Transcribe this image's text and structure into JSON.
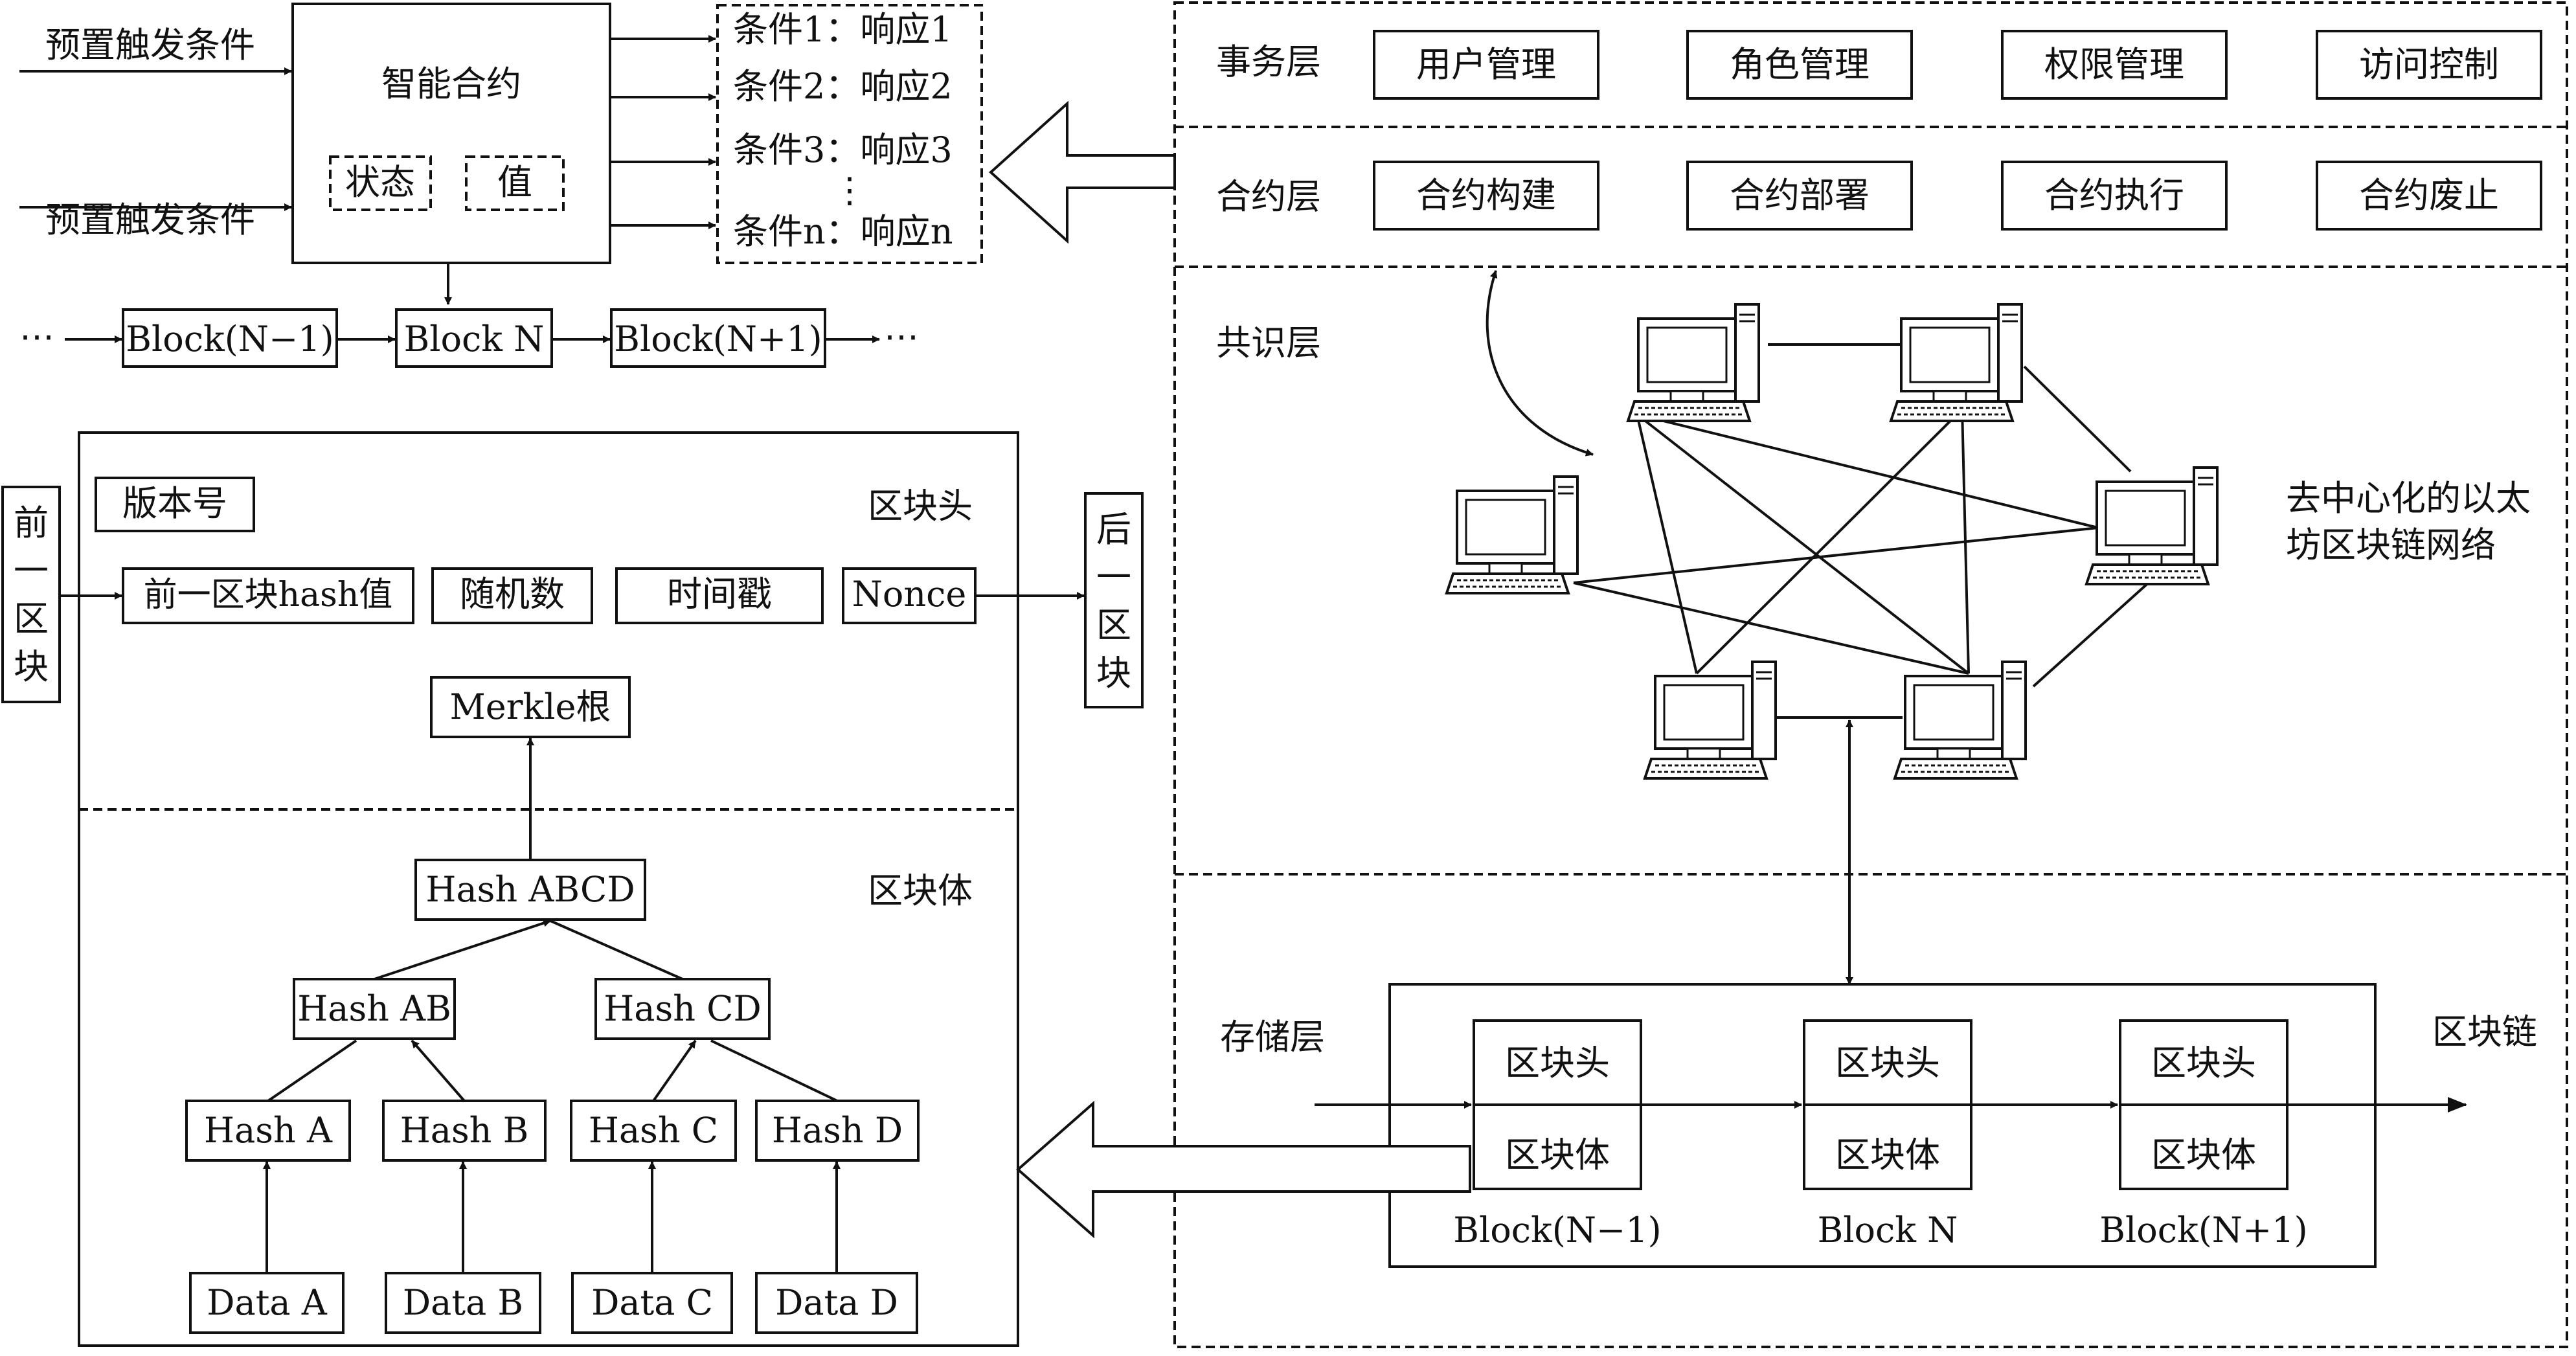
{
  "smart_contract": {
    "trigger_top": "预置触发条件",
    "trigger_bottom": "预置触发条件",
    "title": "智能合约",
    "state": "状态",
    "value": "值",
    "conditions": [
      "条件1：响应1",
      "条件2：响应2",
      "条件3：响应3"
    ],
    "condition_ellipsis": "⋮",
    "condition_last": "条件n：响应n"
  },
  "top_chain": {
    "left_dots": "⋯",
    "blocks": [
      "Block(N−1)",
      "Block N",
      "Block(N+1)"
    ],
    "right_dots": "⋯"
  },
  "block_structure": {
    "prev_block": [
      "前",
      "一",
      "区",
      "块"
    ],
    "next_block": [
      "后",
      "一",
      "区",
      "块"
    ],
    "version": "版本号",
    "header_label": "区块头",
    "header_fields": [
      "前一区块hash值",
      "随机数",
      "时间戳",
      "Nonce"
    ],
    "merkle_root": "Merkle根",
    "body_label": "区块体",
    "hash_abcd": "Hash ABCD",
    "hash_ab": "Hash AB",
    "hash_cd": "Hash CD",
    "hashes": [
      "Hash A",
      "Hash B",
      "Hash C",
      "Hash D"
    ],
    "data": [
      "Data A",
      "Data B",
      "Data C",
      "Data D"
    ]
  },
  "architecture": {
    "business_layer": {
      "label": "事务层",
      "items": [
        "用户管理",
        "角色管理",
        "权限管理",
        "访问控制"
      ]
    },
    "contract_layer": {
      "label": "合约层",
      "items": [
        "合约构建",
        "合约部署",
        "合约执行",
        "合约废止"
      ]
    },
    "consensus_layer": {
      "label": "共识层",
      "network_label_1": "去中心化的以太",
      "network_label_2": "坊区块链网络"
    },
    "storage_layer": {
      "label": "存储层",
      "chain_label": "区块链",
      "block_header": "区块头",
      "block_body": "区块体",
      "blocks": [
        "Block(N−1)",
        "Block N",
        "Block(N+1)"
      ]
    }
  }
}
